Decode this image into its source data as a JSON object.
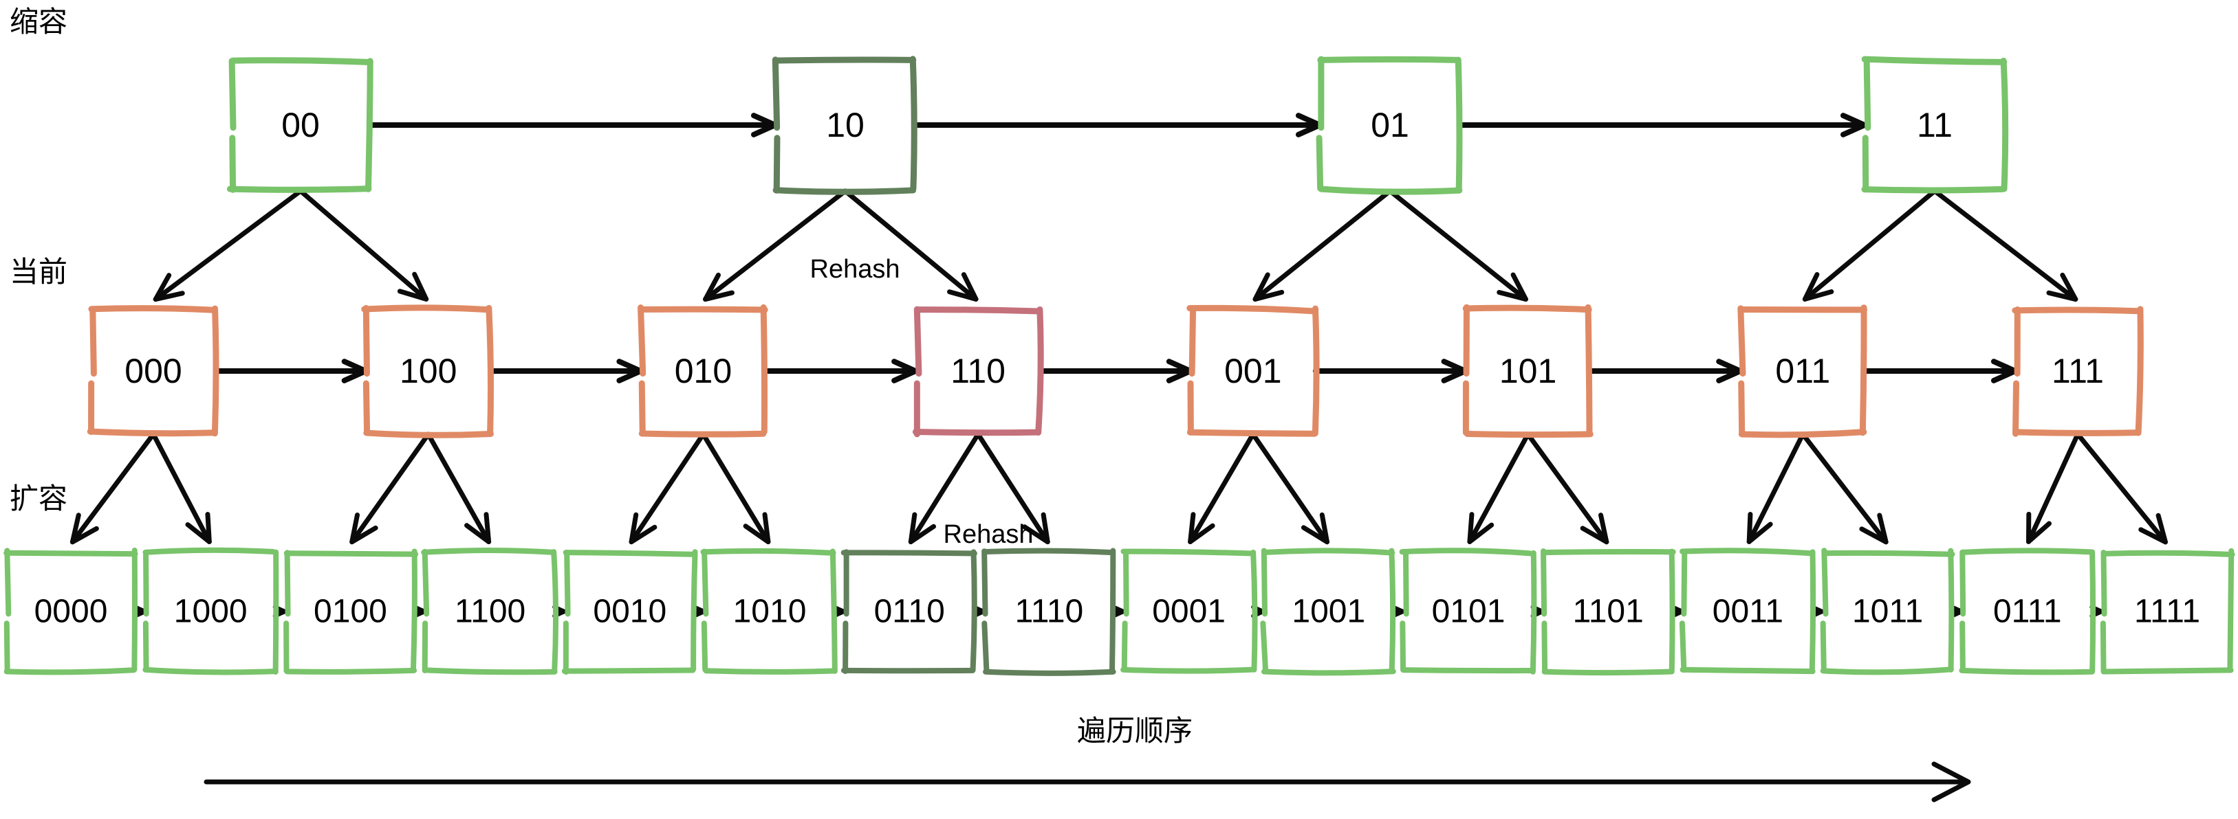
{
  "diagram": {
    "title": "Hash table rehash traversal order",
    "row_labels": {
      "shrink": "缩容",
      "current": "当前",
      "expand": "扩容"
    },
    "bottom_caption": "遍历顺序",
    "rehash_label_top": "Rehash",
    "rehash_label_bottom": "Rehash",
    "colors": {
      "green": "#79c36a",
      "dark_green": "#61805b",
      "salmon": "#e08a65",
      "rose": "#c4717b",
      "line": "#0b0b0b",
      "background": "#ffffff",
      "text": "#000000"
    },
    "rows": [
      {
        "name": "shrink-row",
        "label": "缩容",
        "nodes": [
          {
            "text": "00",
            "color": "green"
          },
          {
            "text": "10",
            "color": "dark_green"
          },
          {
            "text": "01",
            "color": "green"
          },
          {
            "text": "11",
            "color": "green"
          }
        ]
      },
      {
        "name": "current-row",
        "label": "当前",
        "nodes": [
          {
            "text": "000",
            "color": "salmon"
          },
          {
            "text": "100",
            "color": "salmon"
          },
          {
            "text": "010",
            "color": "salmon"
          },
          {
            "text": "110",
            "color": "rose"
          },
          {
            "text": "001",
            "color": "salmon"
          },
          {
            "text": "101",
            "color": "salmon"
          },
          {
            "text": "011",
            "color": "salmon"
          },
          {
            "text": "111",
            "color": "salmon"
          }
        ]
      },
      {
        "name": "expand-row",
        "label": "扩容",
        "nodes": [
          {
            "text": "0000",
            "color": "green"
          },
          {
            "text": "1000",
            "color": "green"
          },
          {
            "text": "0100",
            "color": "green"
          },
          {
            "text": "1100",
            "color": "green"
          },
          {
            "text": "0010",
            "color": "green"
          },
          {
            "text": "1010",
            "color": "green"
          },
          {
            "text": "0110",
            "color": "dark_green"
          },
          {
            "text": "1110",
            "color": "dark_green"
          },
          {
            "text": "0001",
            "color": "green"
          },
          {
            "text": "1001",
            "color": "green"
          },
          {
            "text": "0101",
            "color": "green"
          },
          {
            "text": "1101",
            "color": "green"
          },
          {
            "text": "0011",
            "color": "green"
          },
          {
            "text": "1011",
            "color": "green"
          },
          {
            "text": "0111",
            "color": "green"
          },
          {
            "text": "1111",
            "color": "green"
          }
        ]
      }
    ]
  }
}
